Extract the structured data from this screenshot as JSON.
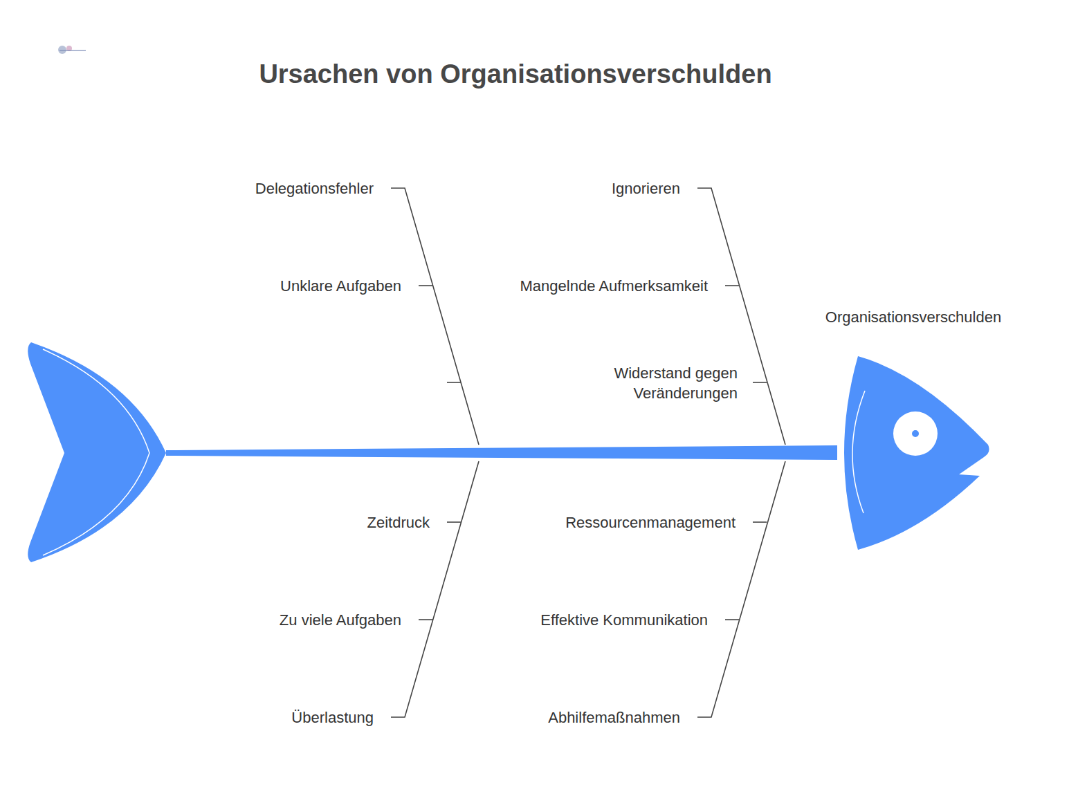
{
  "diagram": {
    "title": "Ursachen von Organisationsverschulden",
    "nodes": [
      {
        "text": [
          "Organisationsverschulden"
        ]
      }
    ],
    "labels": [
      "Delegationsfehler",
      "Ignorieren",
      "Unklare Aufgaben",
      "Mangelnde Aufmerksamkeit",
      "Widerstand gegen Veränderungen",
      "Zeitdruck",
      "Ressourcenmanagement",
      "Zu viele Aufgaben",
      "Effektive Kommunikation",
      "Überlastung",
      "Abhilfemaßnahmen"
    ]
  }
}
